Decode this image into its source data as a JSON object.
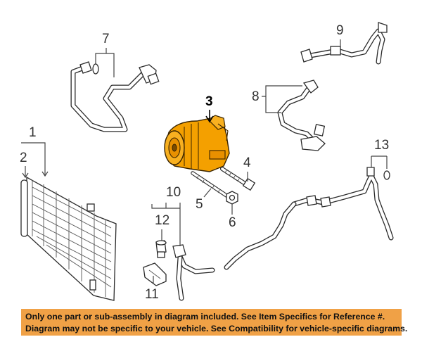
{
  "callouts": {
    "c1": "1",
    "c2": "2",
    "c3": "3",
    "c4": "4",
    "c5": "5",
    "c6": "6",
    "c7": "7",
    "c8": "8",
    "c9": "9",
    "c10": "10",
    "c11": "11",
    "c12": "12",
    "c13": "13"
  },
  "highlighted_part": "3",
  "highlight_color": "#f4a000",
  "banner": {
    "line1": "Only one part or sub-assembly in diagram included. See Item Specifics for Reference #.",
    "line2": "Diagram may not be specific to your vehicle. See Compatibility for vehicle-specific diagrams.",
    "background": "#f0a146"
  }
}
